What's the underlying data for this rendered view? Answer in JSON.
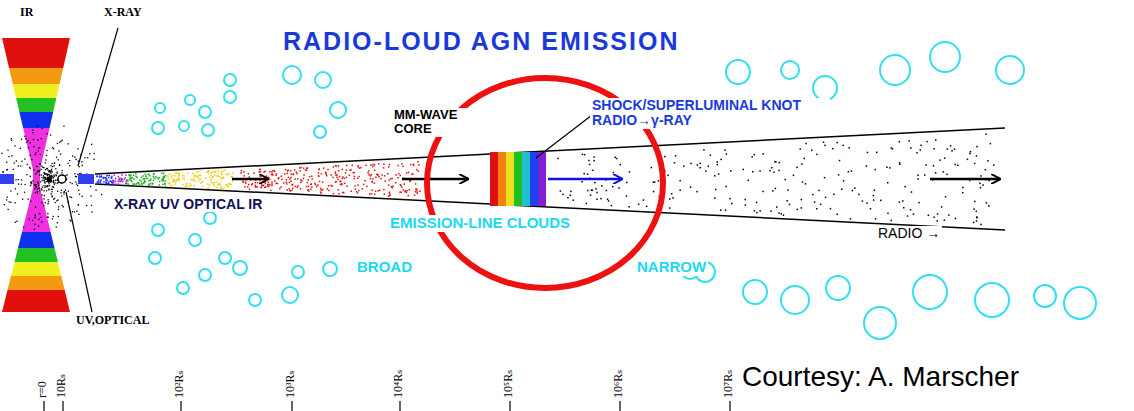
{
  "diagram": {
    "title": "RADIO-LOUD AGN EMISSION",
    "caption": "Courtesy: A. Marscher",
    "labels": [
      "IR",
      "X-RAY",
      "X-RAY UV OPTICAL IR",
      "MM-WAVE CORE",
      "SHOCK/SUPERLUMINAL KNOT RADIO→γ-RAY",
      "EMISSION-LINE CLOUDS",
      "BROAD",
      "NARROW",
      "RADIO →",
      "UV,OPTICAL",
      "r=0",
      "10Rₛ",
      "10²Rₛ",
      "10³Rₛ",
      "10⁴Rₛ",
      "10⁵Rₛ",
      "10⁶Rₛ",
      "10⁷Rₛ"
    ]
  }
}
